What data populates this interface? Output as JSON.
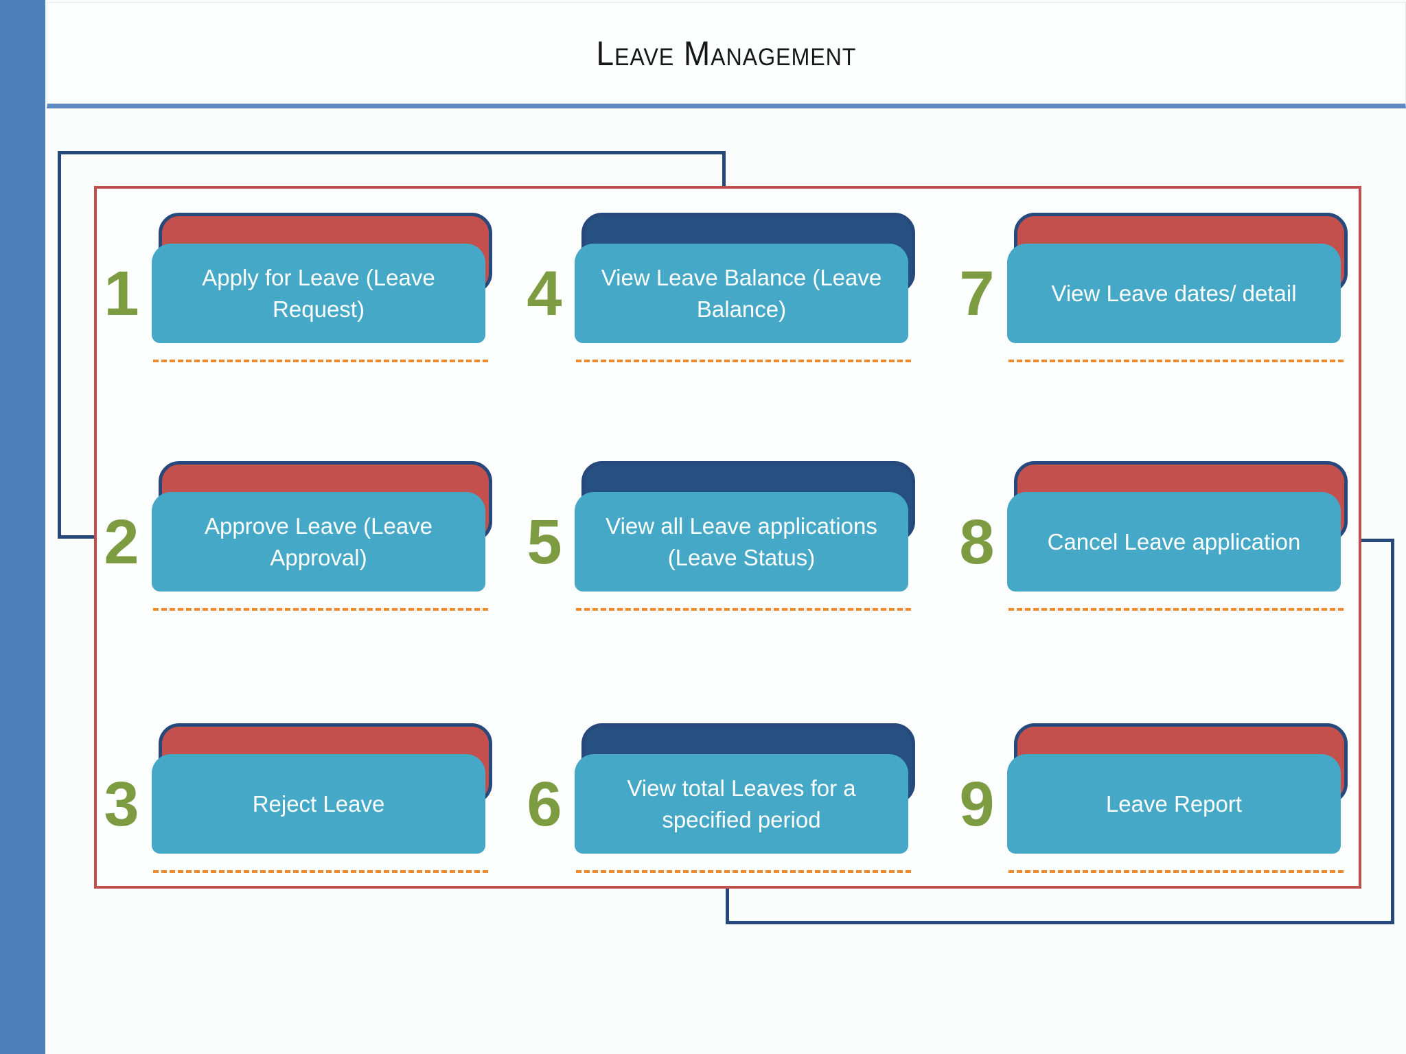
{
  "title": "Leave Management",
  "colors": {
    "teal": "#45a8c6",
    "tab-red": "#c4504e",
    "tab-navy": "#25507f",
    "outline-navy": "#27487b",
    "box-red": "#c0504d",
    "olive": "#7d9b40",
    "dash-orange": "#ee8a2b",
    "sidebar-blue": "#4d7fba",
    "underline-blue": "#5f8ac1",
    "title-color": "#161616"
  },
  "cards": [
    {
      "number": "1",
      "label": "Apply for Leave (Leave Request)",
      "tab": "red"
    },
    {
      "number": "2",
      "label": "Approve Leave (Leave Approval)",
      "tab": "red"
    },
    {
      "number": "3",
      "label": "Reject Leave",
      "tab": "red"
    },
    {
      "number": "4",
      "label": "View Leave Balance (Leave Balance)",
      "tab": "navy"
    },
    {
      "number": "5",
      "label": "View all Leave applications (Leave Status)",
      "tab": "navy"
    },
    {
      "number": "6",
      "label": "View total Leaves for a specified period",
      "tab": "navy"
    },
    {
      "number": "7",
      "label": "View Leave dates/ detail",
      "tab": "red"
    },
    {
      "number": "8",
      "label": "Cancel Leave application",
      "tab": "red"
    },
    {
      "number": "9",
      "label": "Leave Report",
      "tab": "red"
    }
  ]
}
